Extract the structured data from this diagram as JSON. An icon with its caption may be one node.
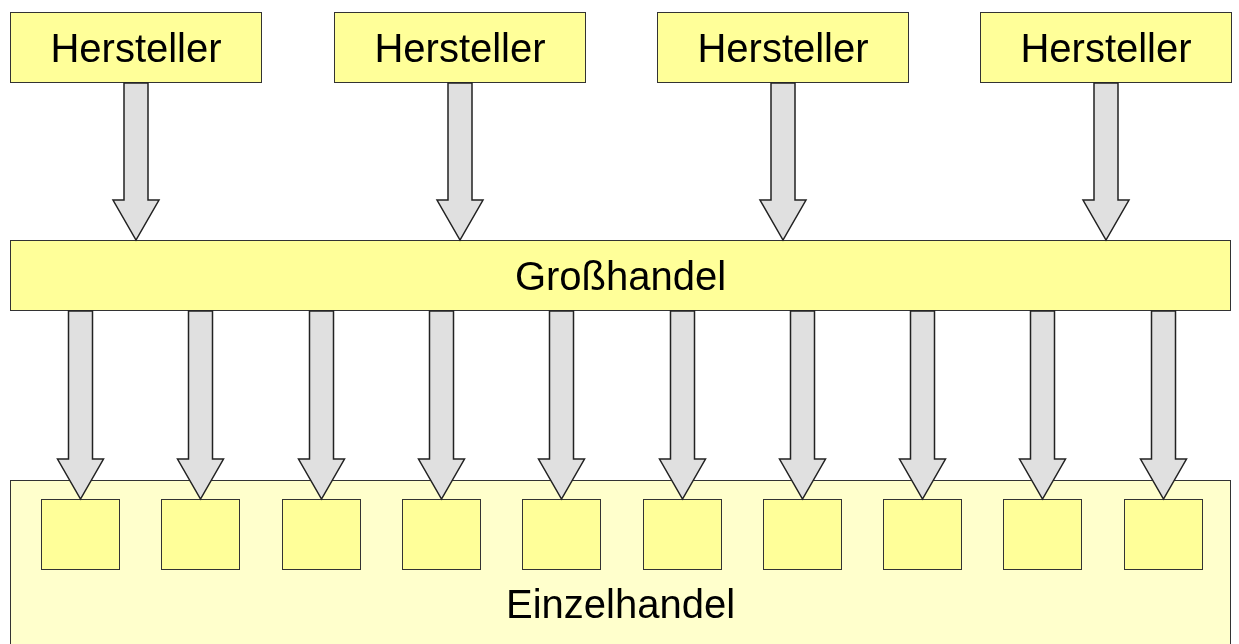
{
  "diagram": {
    "nodes": [
      {
        "text": [
          "Hersteller"
        ]
      },
      {
        "text": [
          "Hersteller"
        ]
      },
      {
        "text": [
          "Hersteller"
        ]
      },
      {
        "text": [
          "Hersteller"
        ]
      },
      {
        "text": [
          "Großhandel"
        ]
      },
      {
        "text": [
          "Einzelhandel"
        ]
      },
      {
        "text": [],
        "shape": "box",
        "in": 5
      },
      {
        "text": [],
        "shape": "box",
        "in": 5
      },
      {
        "text": [],
        "shape": "box",
        "in": 5
      },
      {
        "text": [],
        "shape": "box",
        "in": 5
      },
      {
        "text": [],
        "shape": "box",
        "in": 5
      },
      {
        "text": [],
        "shape": "box",
        "in": 5
      },
      {
        "text": [],
        "shape": "box",
        "in": 5
      },
      {
        "text": [],
        "shape": "box",
        "in": 5
      },
      {
        "text": [],
        "shape": "box",
        "in": 5
      },
      {
        "text": [],
        "shape": "box",
        "in": 5
      }
    ],
    "edges": [
      {
        "from": 0,
        "to": 4,
        "arrow": "to"
      },
      {
        "from": 1,
        "to": 4,
        "arrow": "to"
      },
      {
        "from": 2,
        "to": 4,
        "arrow": "to"
      },
      {
        "from": 3,
        "to": 4,
        "arrow": "to"
      },
      {
        "from": 4,
        "to": 6,
        "arrow": "to"
      },
      {
        "from": 4,
        "to": 7,
        "arrow": "to"
      },
      {
        "from": 4,
        "to": 8,
        "arrow": "to"
      },
      {
        "from": 4,
        "to": 9,
        "arrow": "to"
      },
      {
        "from": 4,
        "to": 10,
        "arrow": "to"
      },
      {
        "from": 4,
        "to": 11,
        "arrow": "to"
      },
      {
        "from": 4,
        "to": 12,
        "arrow": "to"
      },
      {
        "from": 4,
        "to": 13,
        "arrow": "to"
      },
      {
        "from": 4,
        "to": 14,
        "arrow": "to"
      },
      {
        "from": 4,
        "to": 15,
        "arrow": "to"
      }
    ]
  }
}
